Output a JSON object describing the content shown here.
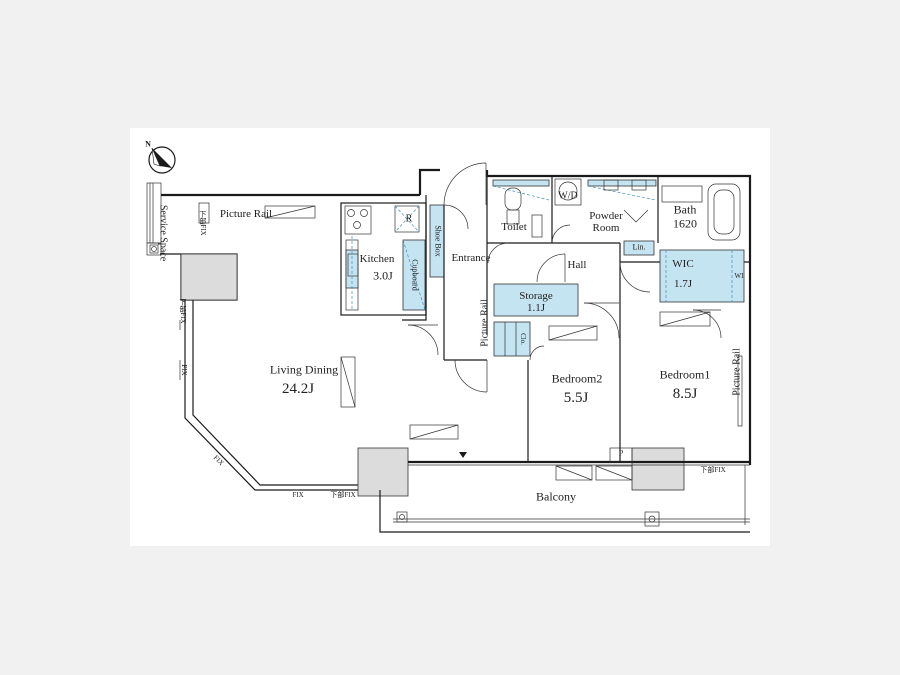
{
  "rooms": {
    "living_dining": {
      "name": "Living Dining",
      "size": "24.2J"
    },
    "kitchen": {
      "name": "Kitchen",
      "size": "3.0J"
    },
    "storage": {
      "name": "Storage",
      "size": "1.1J"
    },
    "bedroom2": {
      "name": "Bedroom2",
      "size": "5.5J"
    },
    "bedroom1": {
      "name": "Bedroom1",
      "size": "8.5J"
    },
    "wic": {
      "name": "WIC",
      "size": "1.7J"
    },
    "bath": {
      "name": "Bath",
      "size": "1620"
    },
    "toilet": {
      "name": "Toilet"
    },
    "powder_room": {
      "name": "Powder Room"
    },
    "hall": {
      "name": "Hall"
    },
    "entrance": {
      "name": "Entrance"
    },
    "balcony": {
      "name": "Balcony"
    },
    "service_space": {
      "name": "Service Space"
    }
  },
  "fixtures": {
    "picture_rail_top": "Picture Rail",
    "picture_rail_center": "Picture Rail",
    "picture_rail_right": "Picture Rail",
    "shoe_box": "Shoe Box",
    "cupboard": "Cupboard",
    "wd": "W/D",
    "lin": "Lin.",
    "clo": "Clo.",
    "refrigerator": "R",
    "pipe_space": "P",
    "wi_mark": "WI"
  },
  "fix_labels": {
    "lower_fix_1": "下部FIX",
    "lower_fix_2": "下部FIX",
    "lower_fix_3": "下部FIX",
    "lower_fix_4": "下部FIX",
    "fix_1": "FIX",
    "fix_2": "FIX",
    "fix_3": "FIX"
  },
  "compass": {
    "label": "N"
  },
  "colors": {
    "storage_fill": "#c5e4f2",
    "wall": "#1a1a1a",
    "column_fill": "#dcdcdc"
  }
}
